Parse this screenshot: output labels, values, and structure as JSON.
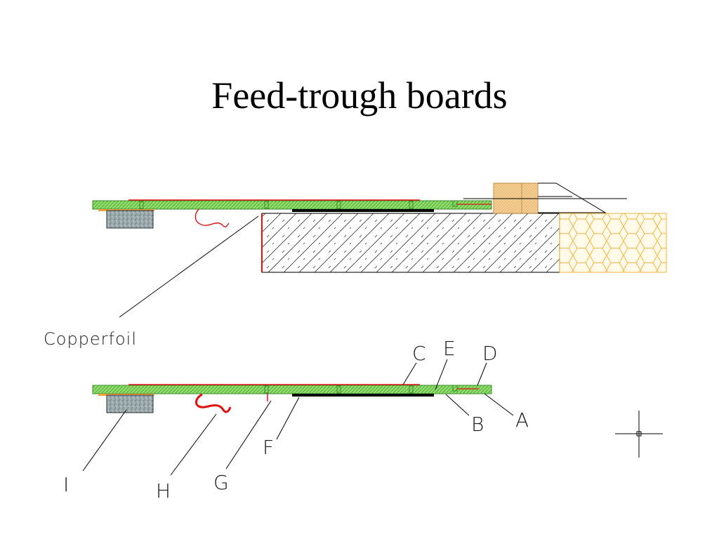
{
  "slide": {
    "title": "Feed-trough boards"
  },
  "labels": {
    "copperfoil": "Copperfoil",
    "a": "A",
    "b": "B",
    "c": "C",
    "d": "D",
    "e": "E",
    "f": "F",
    "g": "G",
    "h": "H",
    "i": "I"
  },
  "colors": {
    "board_green": "#7fd65a",
    "board_hatch": "#4aa83a",
    "conductor_red": "#e01010",
    "block_gray": "#8e9ea0",
    "wood_tan": "#f2c48a",
    "honeycomb": "#f0c060",
    "foil_black": "#000000"
  }
}
